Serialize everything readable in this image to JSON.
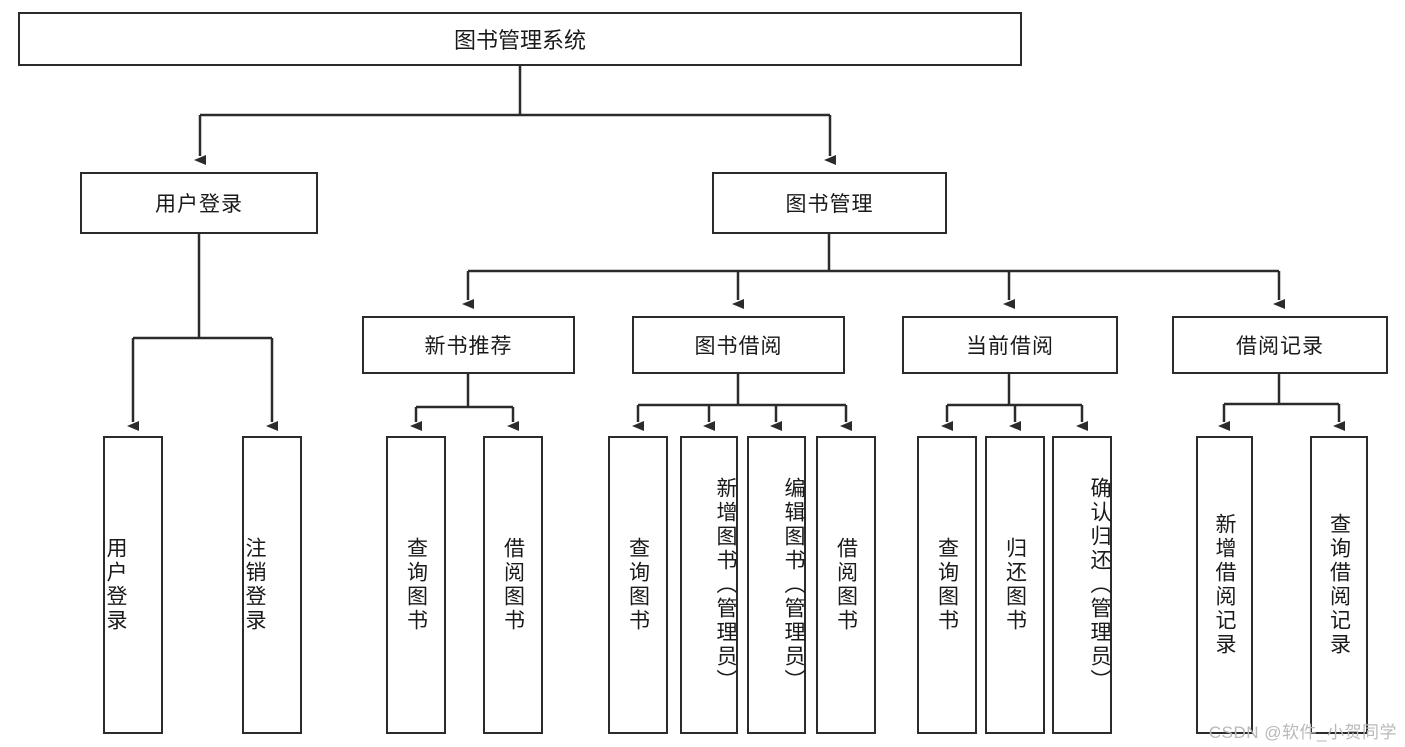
{
  "diagram": {
    "title": "图书管理系统",
    "type": "tree-hierarchy",
    "levels": 4,
    "colors": {
      "background": "#ffffff",
      "node_border": "#2b2b2b",
      "node_fill": "#ffffff",
      "edge": "#2b2b2b",
      "text": "#1a1a1a",
      "watermark": "#b9b9b9"
    }
  },
  "root": {
    "label": "图书管理系统"
  },
  "level2": [
    {
      "id": "user-login",
      "label": "用户登录"
    },
    {
      "id": "book-manage",
      "label": "图书管理"
    }
  ],
  "level3": [
    {
      "id": "new-book-recommend",
      "label": "新书推荐"
    },
    {
      "id": "book-borrow",
      "label": "图书借阅"
    },
    {
      "id": "current-borrow",
      "label": "当前借阅"
    },
    {
      "id": "borrow-record",
      "label": "借阅记录"
    }
  ],
  "leaves": {
    "user_login": [
      {
        "id": "leaf-user-login",
        "label": "用户登录"
      },
      {
        "id": "leaf-logout-login",
        "label": "注销登录"
      }
    ],
    "new_book_recommend": [
      {
        "id": "leaf-query-book-1",
        "label": "查询图书"
      },
      {
        "id": "leaf-borrow-book-1",
        "label": "借阅图书"
      }
    ],
    "book_borrow": [
      {
        "id": "leaf-query-book-2",
        "label": "查询图书"
      },
      {
        "id": "leaf-add-book",
        "label": "新增图书（管理员）"
      },
      {
        "id": "leaf-edit-book",
        "label": "编辑图书（管理员）"
      },
      {
        "id": "leaf-borrow-book-2",
        "label": "借阅图书"
      }
    ],
    "current_borrow": [
      {
        "id": "leaf-query-book-3",
        "label": "查询图书"
      },
      {
        "id": "leaf-return-book",
        "label": "归还图书"
      },
      {
        "id": "leaf-confirm-return",
        "label": "确认归还（管理员）"
      }
    ],
    "borrow_record": [
      {
        "id": "leaf-add-record",
        "label": "新增借阅记录"
      },
      {
        "id": "leaf-query-record",
        "label": "查询借阅记录"
      }
    ]
  },
  "watermark": {
    "text": "CSDN @软件_小贺同学"
  }
}
